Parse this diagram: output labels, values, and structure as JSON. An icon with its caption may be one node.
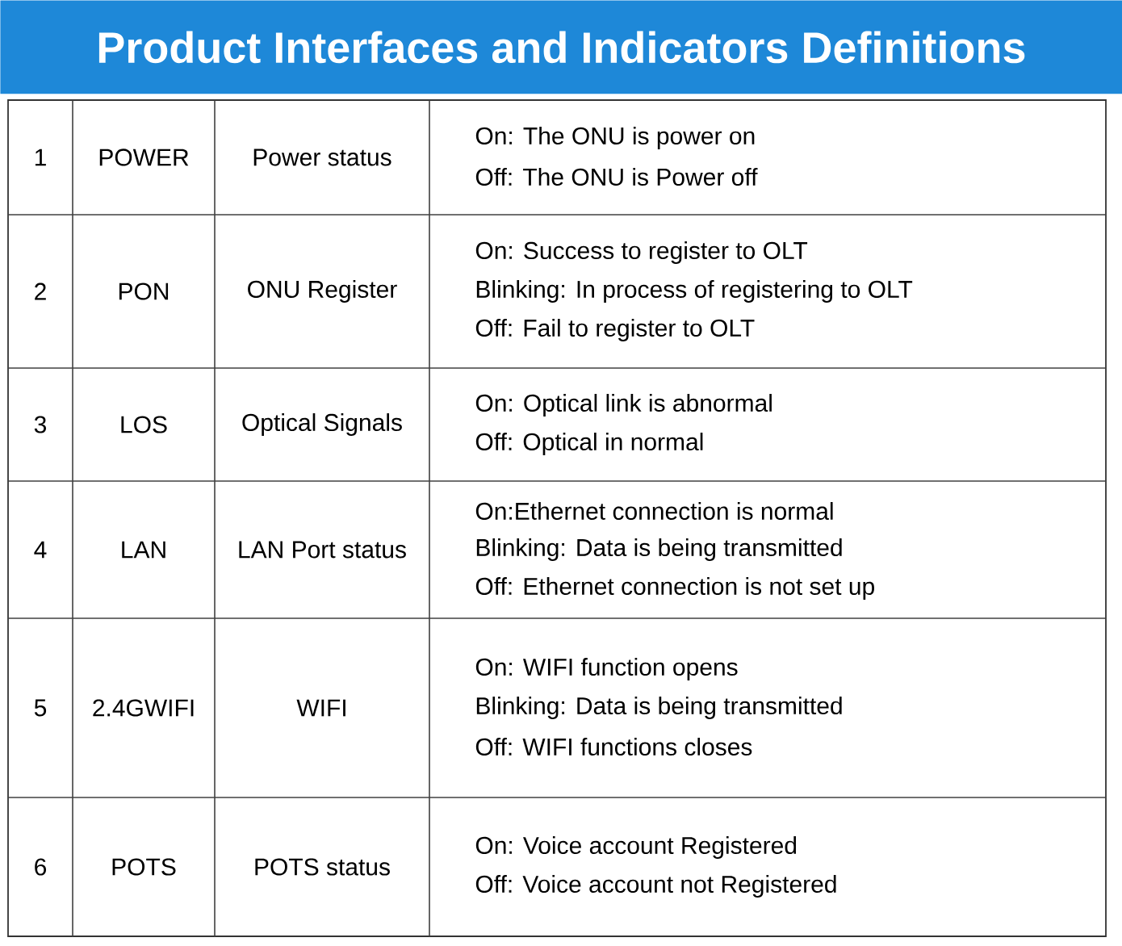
{
  "diagram": {
    "title": "Product Interfaces and Indicators Definitions",
    "labels": [
      "1",
      "POWER",
      "Power status",
      "On: The ONU is power on",
      "Off: The ONU is Power off",
      "2",
      "PON",
      "ONU Register",
      "On: Success to register to OLT",
      "Blinking: In process of registering to OLT",
      "Off: Fail to register to OLT",
      "3",
      "LOS",
      "Optical Signals",
      "On: Optical link is abnormal",
      "Off: Optical in normal",
      "4",
      "LAN",
      "LAN Port status",
      "On:Ethernet connection is normal",
      "Blinking: Data is being transmitted",
      "Off: Ethernet connection is not set up",
      "5",
      "2.4GWIFI",
      "WIFI",
      "On: WIFI function opens",
      "Blinking: Data is being transmitted",
      "Off: WIFI functions closes",
      "6",
      "POTS",
      "POTS status",
      "On: Voice account Registered",
      "Off: Voice account not Registered"
    ]
  }
}
